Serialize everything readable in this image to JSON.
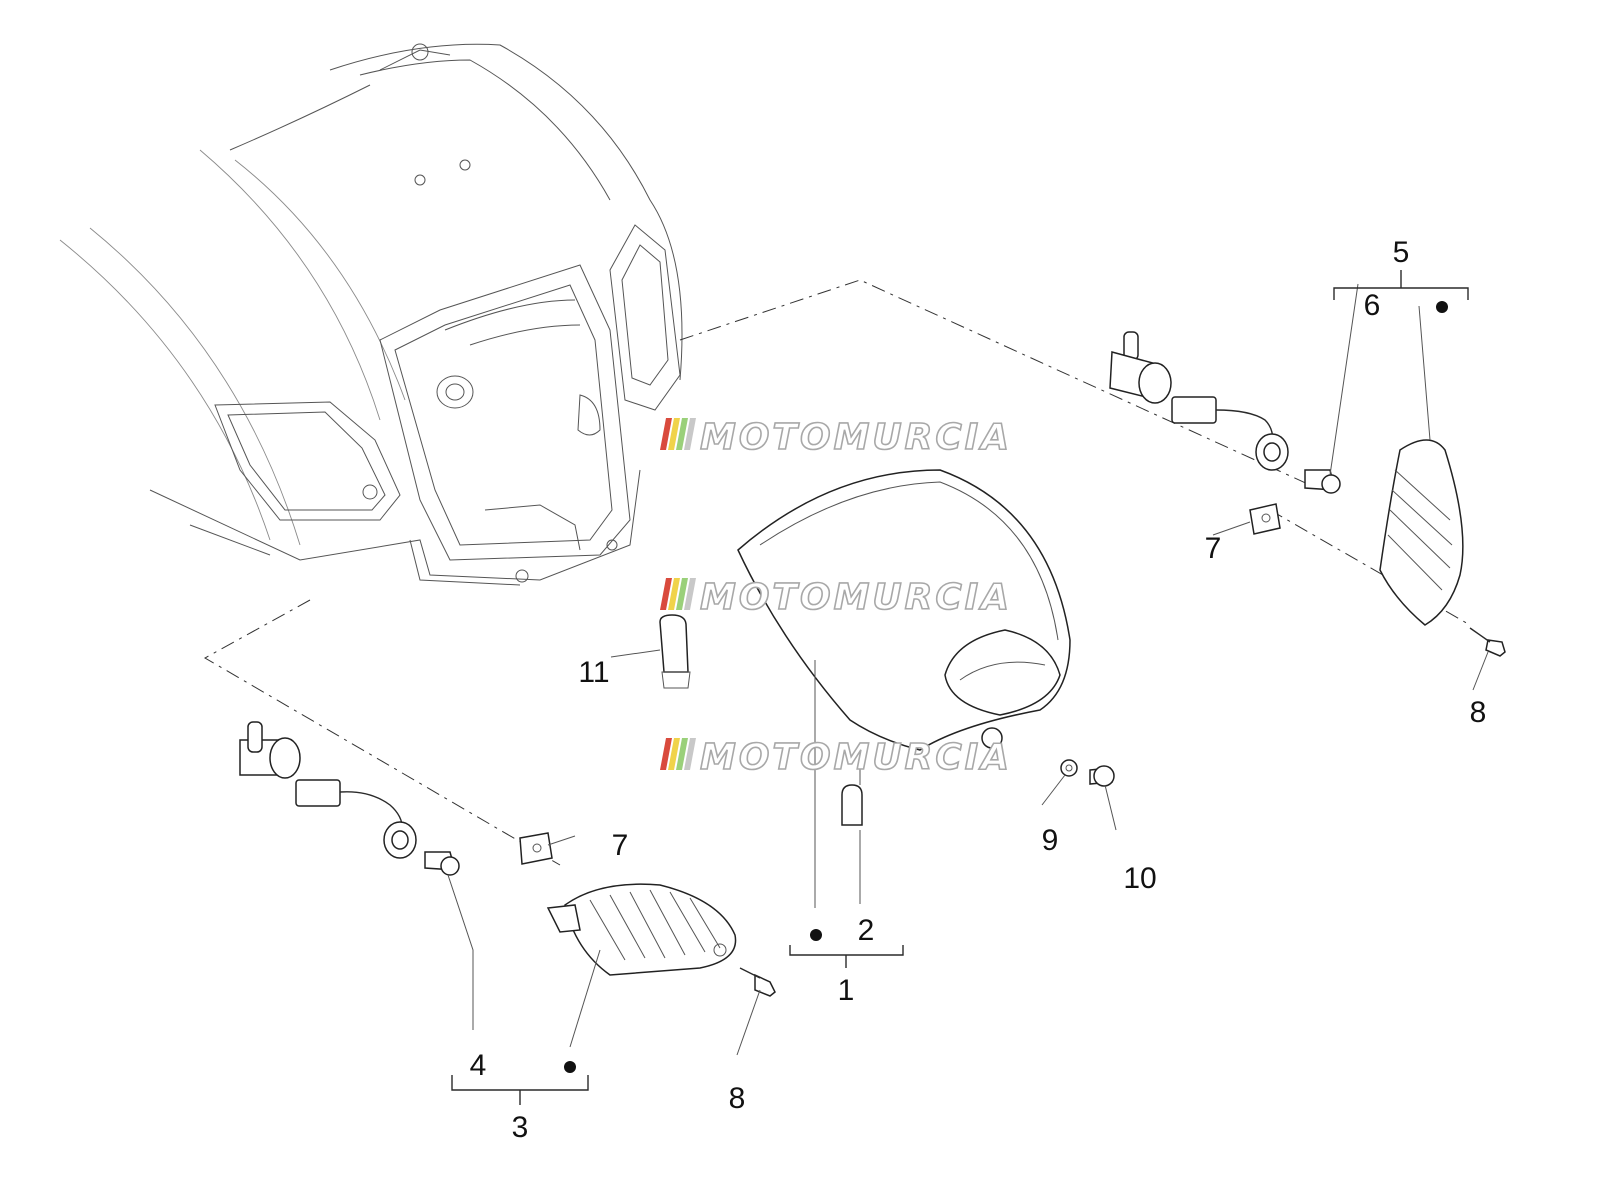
{
  "labels": {
    "l1": "1",
    "l2": "2",
    "l3": "3",
    "l4": "4",
    "l5": "5",
    "l6": "6",
    "l7a": "7",
    "l7b": "7",
    "l8a": "8",
    "l8b": "8",
    "l9": "9",
    "l10": "10",
    "l11": "11"
  },
  "watermark": {
    "text": "MOTOMURCIA",
    "stripe_colors": [
      "#d94a3d",
      "#f0d34a",
      "#9ad07a"
    ]
  }
}
